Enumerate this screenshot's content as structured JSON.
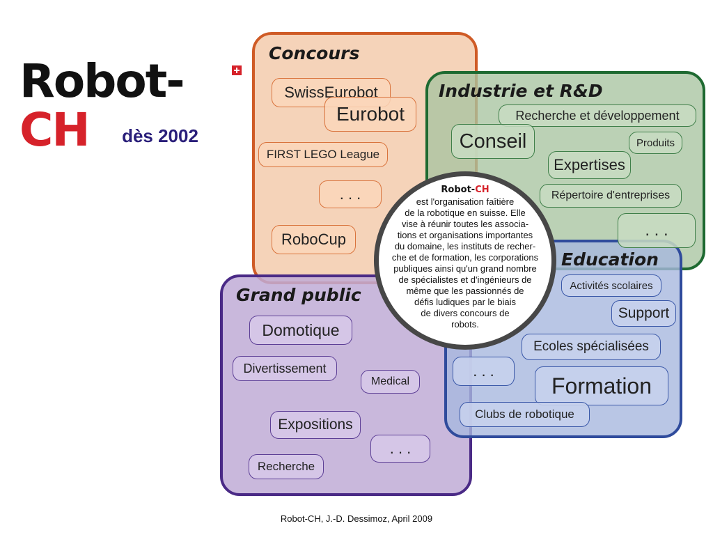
{
  "logo": {
    "robot": "Robot-",
    "ch": "CH"
  },
  "since": "dès 2002",
  "panels": {
    "concours": {
      "title": "Concours",
      "items": [
        "SwissEurobot",
        "Eurobot",
        "FIRST LEGO League",
        ". . .",
        "RoboCup"
      ]
    },
    "industrie": {
      "title": "Industrie et R&D",
      "items": [
        "Recherche et développement",
        "Conseil",
        "Produits",
        "Expertises",
        "Répertoire d'entreprises",
        ". . ."
      ]
    },
    "grand_public": {
      "title": "Grand public",
      "items": [
        "Domotique",
        "Divertissement",
        "Medical",
        "Expositions",
        ". . .",
        "Recherche"
      ]
    },
    "education": {
      "title": "Education",
      "items": [
        "Activités scolaires",
        "Support",
        "Ecoles spécialisées",
        ". . .",
        "Formation",
        "Clubs de robotique"
      ]
    }
  },
  "center": {
    "title_a": "Robot-",
    "title_b": "CH",
    "lines": [
      "est l'organisation faîtière",
      "de la robotique en suisse. Elle",
      "vise à réunir toutes les associa-",
      "tions et organisations importantes",
      "du domaine, les instituts de recher-",
      "che et de formation, les corporations",
      "publiques ainsi qu'un grand nombre",
      "de spécialistes et d'ingénieurs de",
      "même que les passionnés de",
      "défis ludiques par le biais",
      "de divers concours de",
      "robots."
    ]
  },
  "footer": "Robot-CH,  J.-D. Dessimoz, April  2009",
  "colors": {
    "concours": "#cf5b26",
    "industrie": "#1e6a31",
    "grand_public": "#4a2a86",
    "education": "#2f4b9c",
    "logo_red": "#d6222a",
    "since": "#2a1f7a"
  }
}
